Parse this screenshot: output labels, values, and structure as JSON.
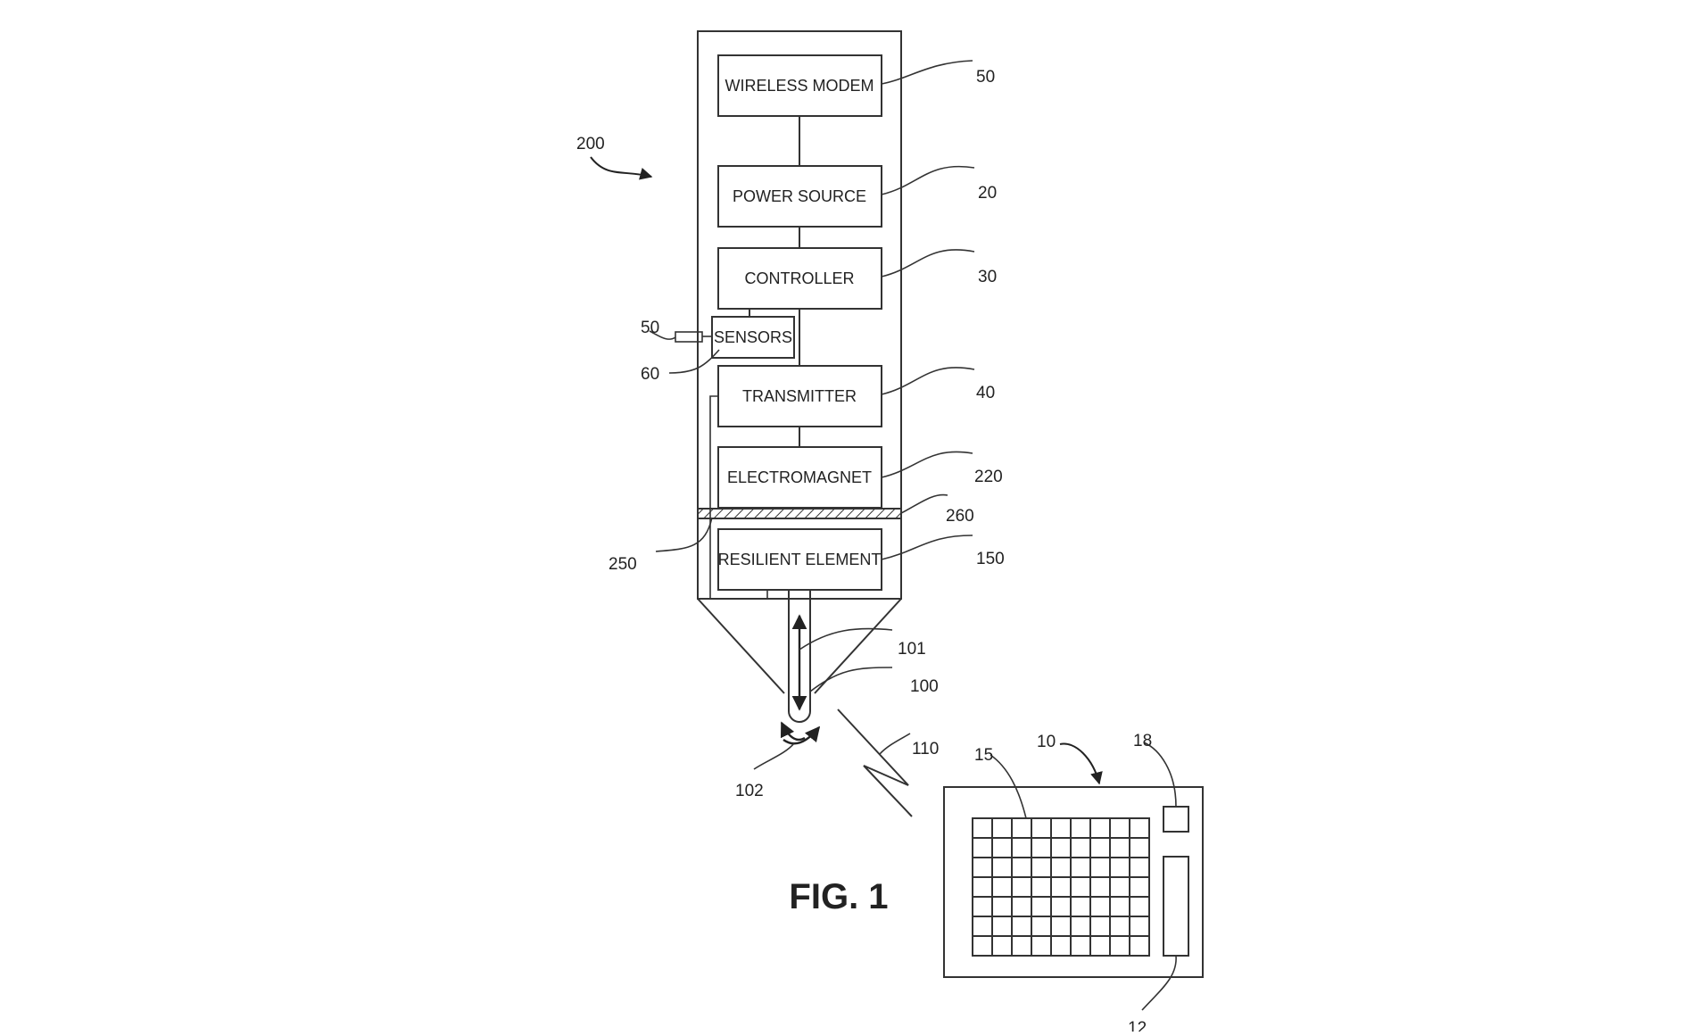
{
  "figure": {
    "caption": "FIG. 1",
    "blocks": {
      "wireless_modem": "WIRELESS MODEM",
      "power_source": "POWER SOURCE",
      "controller": "CONTROLLER",
      "sensors": "SENSORS",
      "transmitter": "TRANSMITTER",
      "electromagnet": "ELECTROMAGNET",
      "resilient_element": "RESILIENT ELEMENT"
    },
    "refs": {
      "device": "200",
      "wireless_modem": "50",
      "power_source": "20",
      "controller": "30",
      "sensor_port": "50",
      "sensors": "60",
      "transmitter": "40",
      "electromagnet": "220",
      "layer": "260",
      "wire": "250",
      "resilient_element": "150",
      "stylus_arrow": "101",
      "stylus_tip": "100",
      "rotation": "102",
      "signal": "110",
      "tablet": "10",
      "grid": "15",
      "button": "18",
      "side_panel": "12"
    }
  }
}
